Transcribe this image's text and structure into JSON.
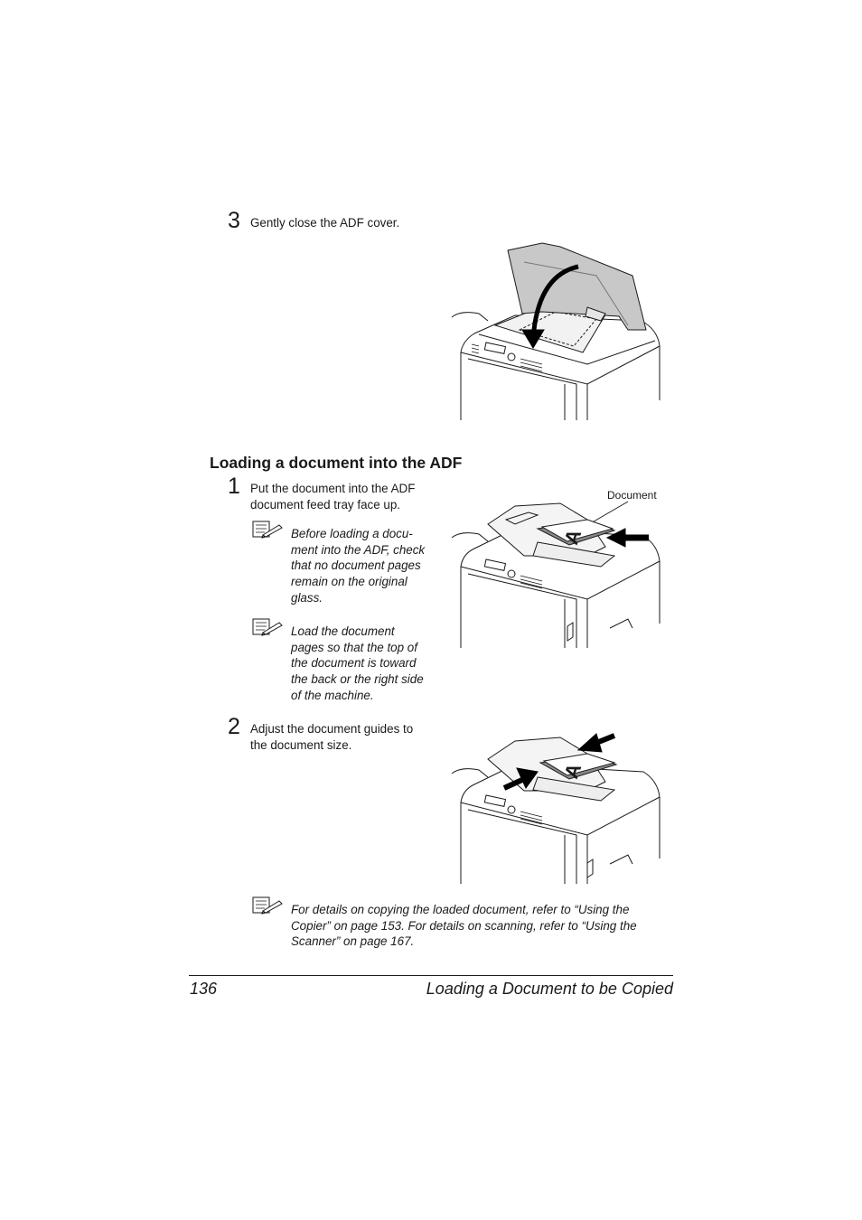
{
  "step3": {
    "number": "3",
    "text": "Gently close the ADF cover."
  },
  "section": {
    "heading": "Loading a document into the ADF"
  },
  "step1": {
    "number": "1",
    "text_line1": "Put the document into the ADF",
    "text_line2": "document feed tray face up."
  },
  "note1": {
    "icon": "note-pencil-icon",
    "lines": [
      "Before loading a docu-",
      "ment into the ADF, check",
      "that no document pages",
      "remain on the original",
      "glass."
    ]
  },
  "note2": {
    "icon": "note-pencil-icon",
    "lines": [
      "Load the document",
      "pages so that the top of",
      "the document is toward",
      "the back or the right side",
      "of the machine."
    ]
  },
  "figure2": {
    "callout": "Document"
  },
  "step2": {
    "number": "2",
    "text_line1": "Adjust the document guides to",
    "text_line2": "the document size."
  },
  "note3": {
    "icon": "note-pencil-icon",
    "lines": [
      "For details on copying the loaded document, refer to “Using the",
      "Copier” on page 153. For details on scanning, refer to “Using the",
      "Scanner” on page 167."
    ]
  },
  "footer": {
    "page_number": "136",
    "title": "Loading a Document to be Copied"
  }
}
